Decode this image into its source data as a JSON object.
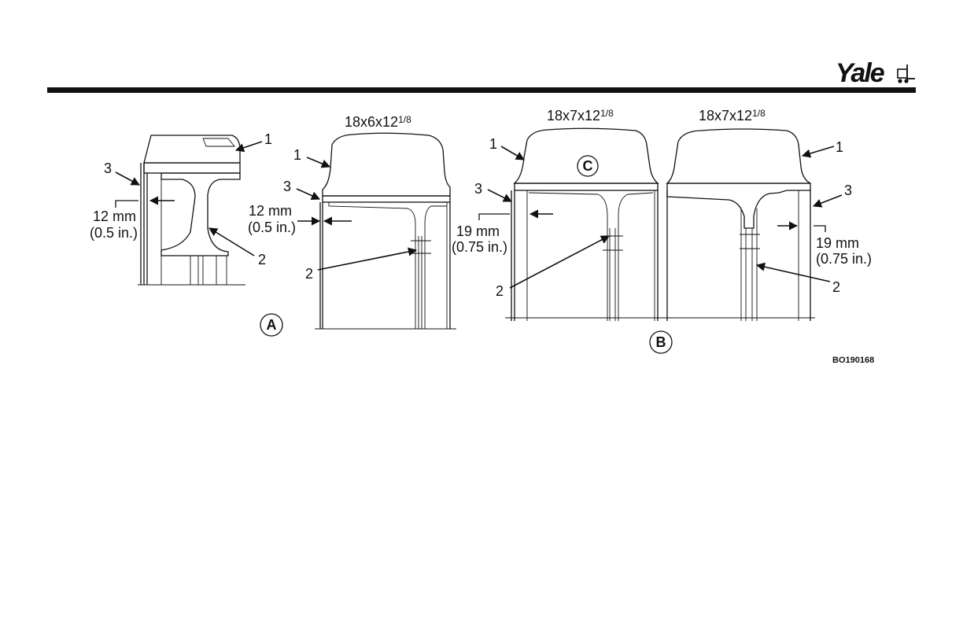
{
  "brand": {
    "name": "Yale"
  },
  "figure_id": "BO190168",
  "section_a": {
    "marker": "A",
    "cross_section": {
      "callouts": [
        "1",
        "2",
        "3"
      ],
      "measure_metric": "12 mm",
      "measure_imperial": "(0.5 in.)"
    },
    "tire": {
      "size_main": "18x6x12",
      "size_fraction": "1/8",
      "callouts": [
        "1",
        "2",
        "3"
      ],
      "measure_metric": "12 mm",
      "measure_imperial": "(0.5 in.)"
    }
  },
  "section_b": {
    "marker": "B",
    "tire_left": {
      "size_main": "18x7x12",
      "size_fraction": "1/8",
      "callouts": [
        "1",
        "2",
        "3"
      ],
      "marker": "C",
      "measure_metric": "19 mm",
      "measure_imperial": "(0.75 in.)"
    },
    "tire_right": {
      "size_main": "18x7x12",
      "size_fraction": "1/8",
      "callouts": [
        "1",
        "2",
        "3"
      ],
      "measure_metric": "19 mm",
      "measure_imperial": "(0.75 in.)"
    }
  },
  "colors": {
    "ink": "#111111",
    "background": "#ffffff"
  }
}
